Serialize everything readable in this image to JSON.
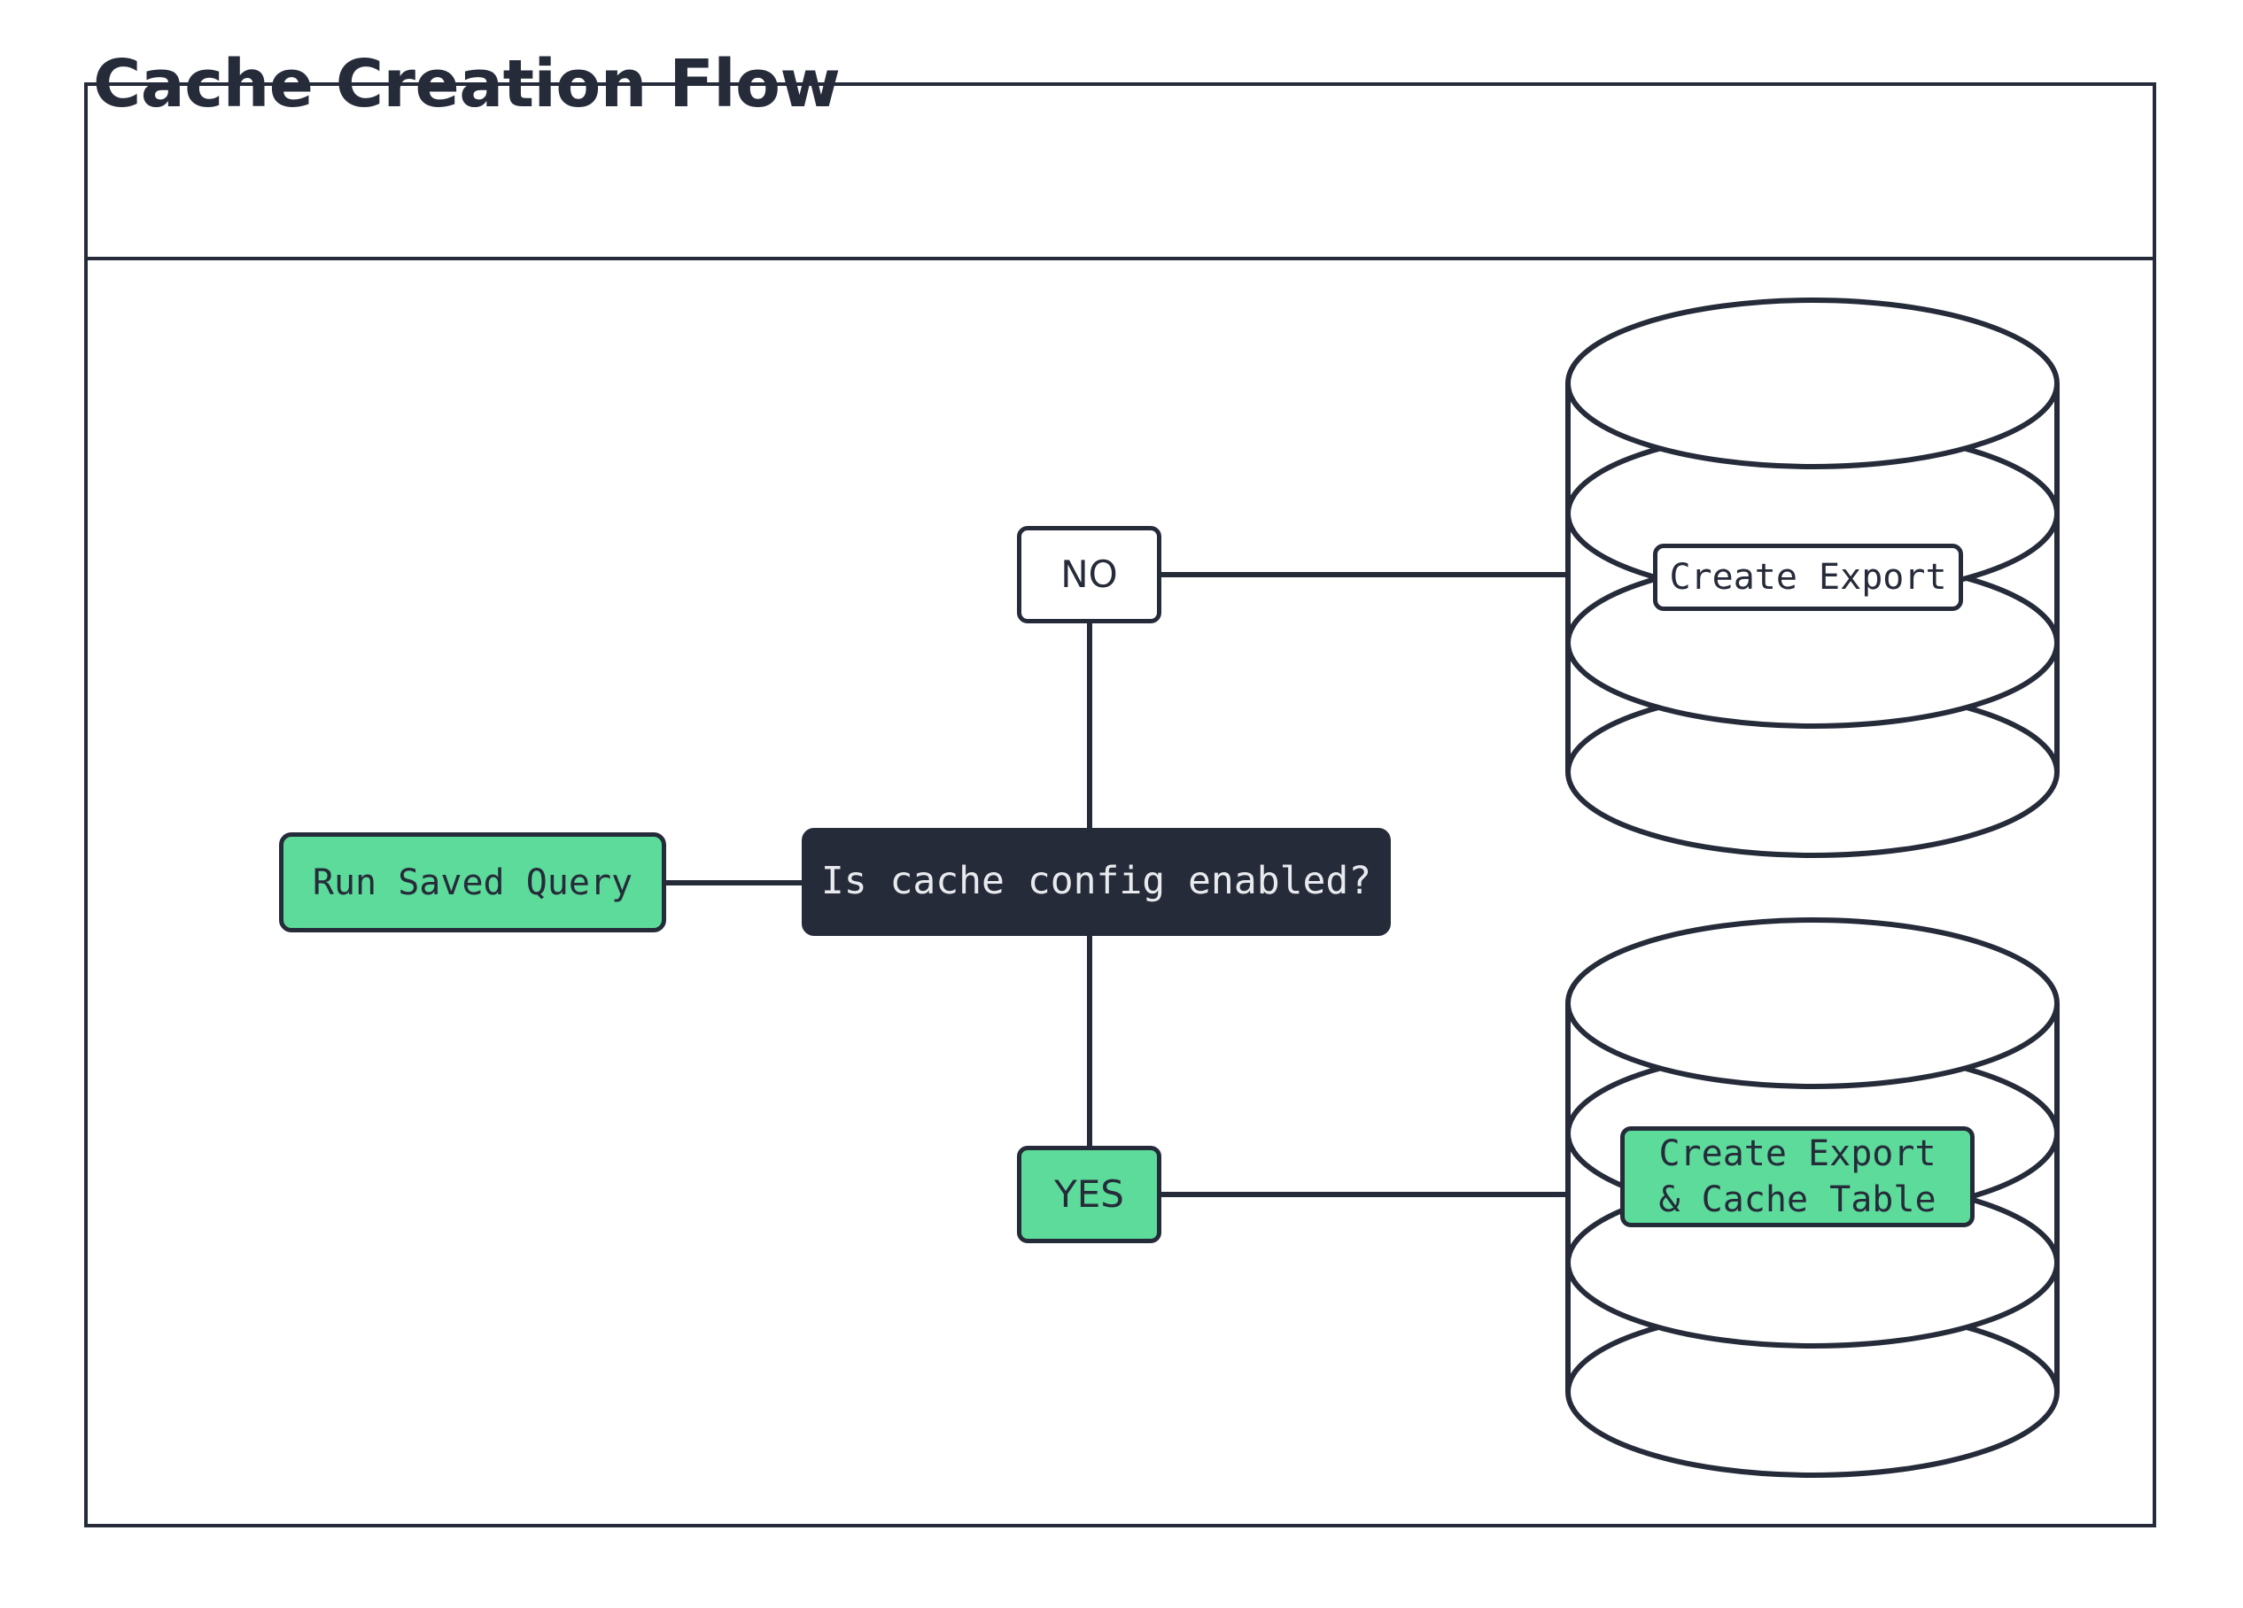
{
  "diagram": {
    "title": "Cache Creation Flow",
    "colors": {
      "ink": "#262b3a",
      "accent_green": "#5cdb9a",
      "dark_fill": "#262b3a",
      "dark_text": "#e8eaee",
      "page": "#ffffff"
    },
    "nodes": {
      "start": {
        "label": "Run Saved Query",
        "shape": "rounded-rect",
        "fill": "green"
      },
      "decision": {
        "label": "Is cache config enabled?",
        "shape": "rounded-rect",
        "fill": "dark"
      },
      "branch_no": {
        "label": "NO",
        "shape": "rounded-rect",
        "fill": "white"
      },
      "branch_yes": {
        "label": "YES",
        "shape": "rounded-rect",
        "fill": "green"
      },
      "store_top": {
        "label": "Create Export",
        "shape": "database-cylinder",
        "fill": "white"
      },
      "store_bottom": {
        "label": "Create Export\n& Cache Table",
        "shape": "database-cylinder",
        "fill": "green"
      }
    },
    "edges": [
      {
        "from": "start",
        "to": "decision",
        "label": ""
      },
      {
        "from": "decision",
        "to": "branch_no",
        "label": ""
      },
      {
        "from": "branch_no",
        "to": "store_top",
        "label": ""
      },
      {
        "from": "decision",
        "to": "branch_yes",
        "label": ""
      },
      {
        "from": "branch_yes",
        "to": "store_bottom",
        "label": ""
      }
    ]
  }
}
